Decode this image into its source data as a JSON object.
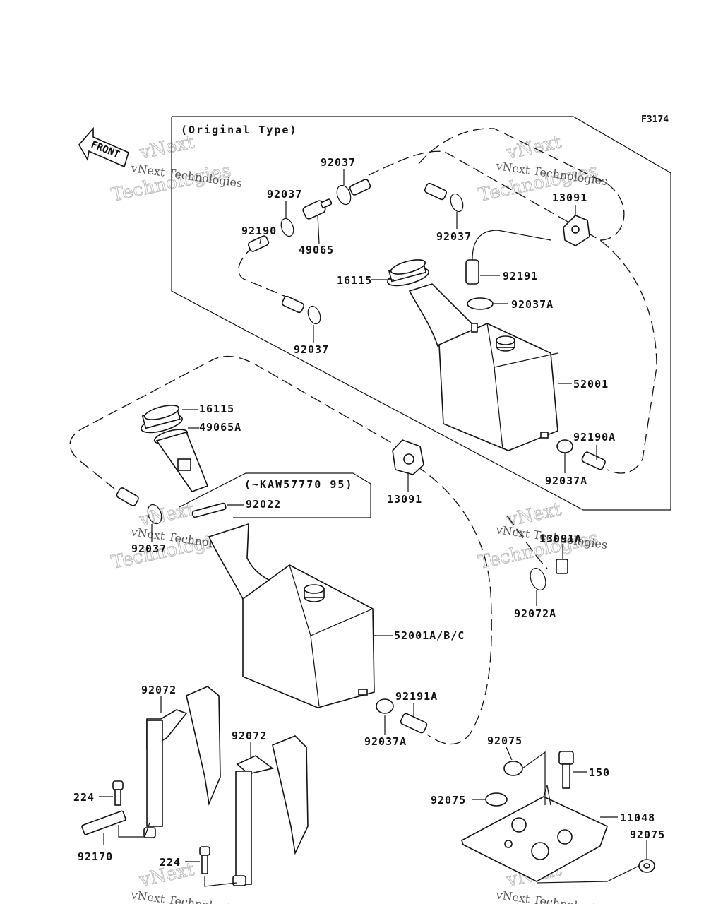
{
  "figure_code": "F3174",
  "front_label": "FRONT",
  "box_original_label": "(Original Type)",
  "box_note_label": "(~KAW57770 95)",
  "watermark": {
    "line1": "vNext",
    "line2": "Technologies",
    "caption": "vNext Technologies"
  },
  "parts": {
    "p92037_a": "92037",
    "p92037_b": "92037",
    "p92037_c": "92037",
    "p92037_d": "92037",
    "p92037_e": "92037",
    "p92190": "92190",
    "p49065": "49065",
    "p13091_a": "13091",
    "p92191": "92191",
    "p16115_a": "16115",
    "p92037A_a": "92037A",
    "p52001": "52001",
    "p92190A": "92190A",
    "p92037A_b": "92037A",
    "p16115_b": "16115",
    "p49065A": "49065A",
    "p13091_b": "13091",
    "p92022": "92022",
    "p13091A": "13091A",
    "p92072A": "92072A",
    "p52001ABC": "52001A/B/C",
    "p92072_a": "92072",
    "p92072_b": "92072",
    "p92191A": "92191A",
    "p92037A_c": "92037A",
    "p224_a": "224",
    "p224_b": "224",
    "p92170": "92170",
    "p92075_a": "92075",
    "p92075_b": "92075",
    "p92075_c": "92075",
    "p150": "150",
    "p11048": "11048"
  }
}
